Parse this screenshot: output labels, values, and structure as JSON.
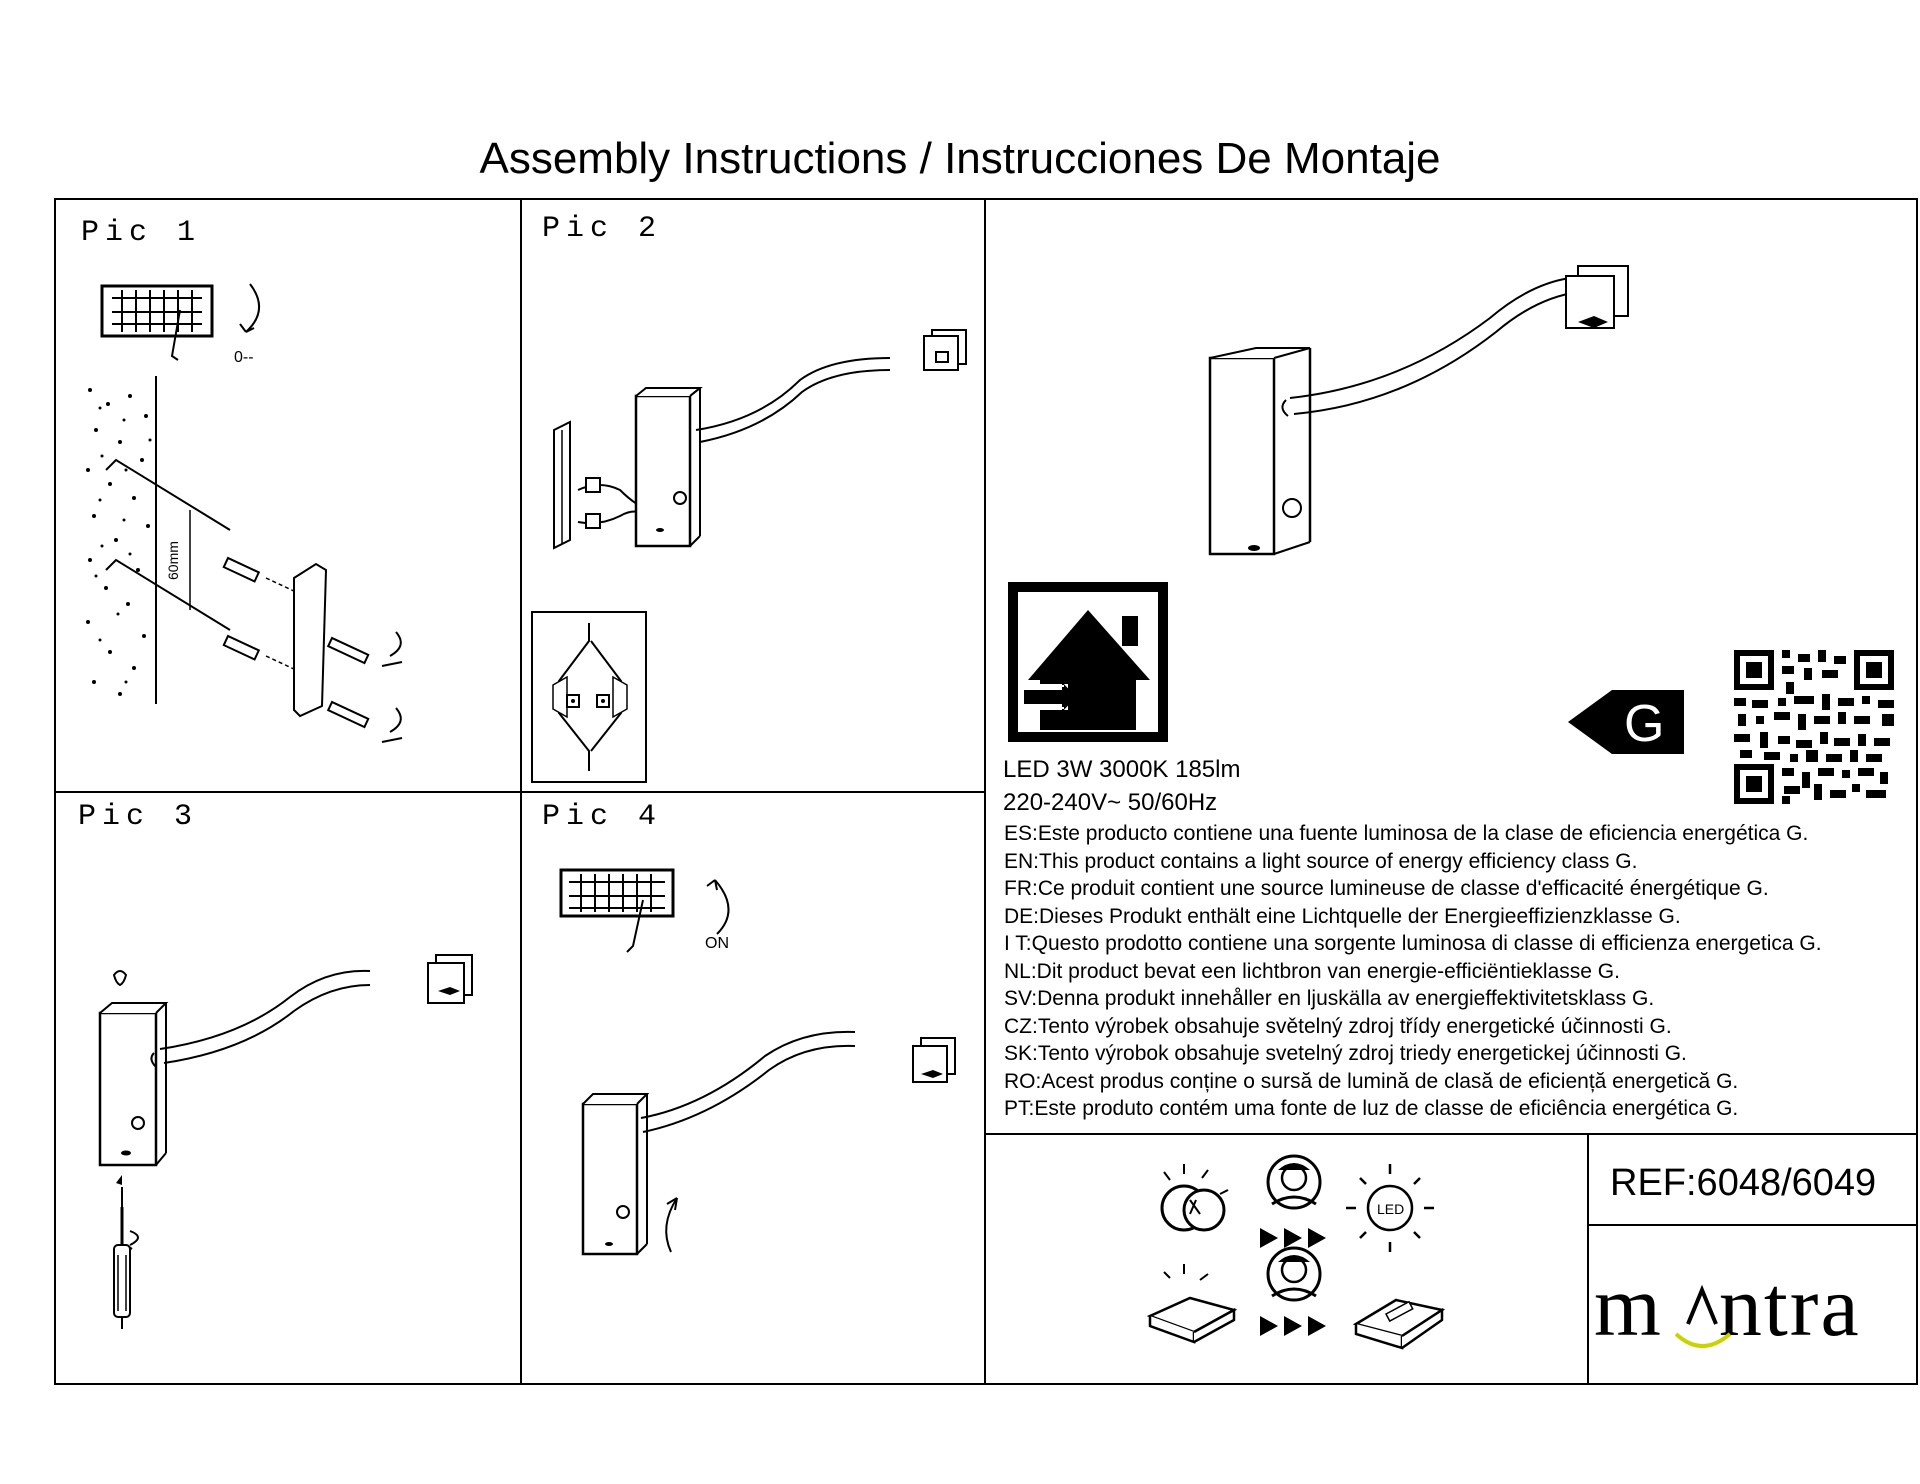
{
  "title": "Assembly Instructions / Instrucciones De Montaje",
  "pics": [
    {
      "label": "Pic 1",
      "icon": "installation-step-icon",
      "note": "0--",
      "dimension": "60mm"
    },
    {
      "label": "Pic 2",
      "icon": "connection-step-icon"
    },
    {
      "label": "Pic 3",
      "icon": "screw-step-icon"
    },
    {
      "label": "Pic 4",
      "icon": "switch-on-step-icon",
      "note": "ON"
    }
  ],
  "product": {
    "spec_line1": "LED 3W 3000K 185lm",
    "spec_line2": "220-240V~ 50/60Hz",
    "energy_class": "G",
    "energy_arrow_color": "#000000",
    "indoor_icon": "indoor-use-house-icon",
    "qr_icon": "qr-code-icon"
  },
  "statements": [
    "ES:Este producto contiene una fuente luminosa de la clase de eficiencia energética G.",
    "EN:This product contains a light source of energy efficiency class G.",
    "FR:Ce produit contient une source lumineuse de classe d'efficacité énergétique G.",
    "DE:Dieses Produkt enthält eine Lichtquelle der Energieeffizienzklasse G.",
    "I T:Questo prodotto contiene una sorgente luminosa di classe di efficienza energetica G.",
    "NL:Dit product bevat een lichtbron van energie-efficiëntieklasse G.",
    "SV:Denna produkt innehåller en ljuskälla av energieffektivitetsklass G.",
    "CZ:Tento výrobek obsahuje světelný zdroj třídy energetické účinnosti G.",
    "SK:Tento výrobok obsahuje svetelný zdroj triedy energetickej účinnosti G.",
    "RO:Acest produs conține o sursă de lumină de clasă de eficiență energetică G.",
    "PT:Este produto contém uma fonte de luz de classe de eficiência energética G."
  ],
  "replacement": {
    "led_label": "LED"
  },
  "ref": "REF:6048/6049",
  "brand": {
    "name_left": "m",
    "name_right": "ntra",
    "accent_color": "#c8d400"
  }
}
